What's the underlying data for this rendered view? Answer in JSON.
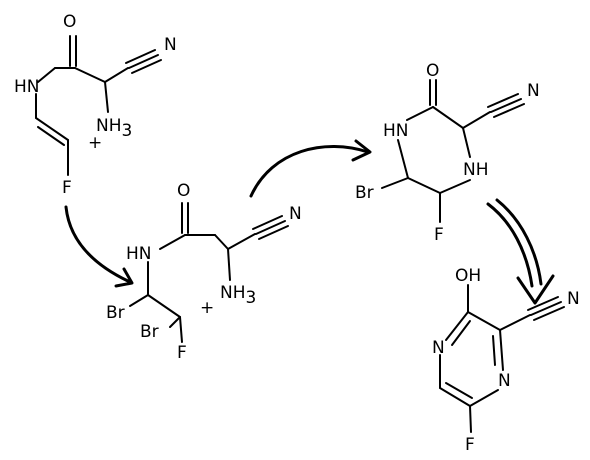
{
  "colors": {
    "ink": "#000000",
    "background": "#ffffff"
  },
  "molecules": {
    "enamide": {
      "o": "O",
      "nh": "HN",
      "cn_n": "N",
      "nh3": "NH",
      "nh3_sub": "3",
      "charge": "+",
      "f": "F"
    },
    "dibromo": {
      "o": "O",
      "nh": "HN",
      "cn_n": "N",
      "nh3": "NH",
      "nh3_sub": "3",
      "charge": "+",
      "br1": "Br",
      "br2": "Br",
      "f": "F"
    },
    "piperazinone": {
      "o": "O",
      "hn": "HN",
      "nh": "NH",
      "cn_n": "N",
      "br": "Br",
      "f": "F"
    },
    "pyrazine": {
      "oh": "OH",
      "n1": "N",
      "n2": "N",
      "cn_n": "N",
      "f": "F"
    }
  },
  "arrows": [
    {
      "name": "curved-arrow-1",
      "style": "single"
    },
    {
      "name": "curved-arrow-2",
      "style": "single"
    },
    {
      "name": "curved-arrow-3",
      "style": "double"
    }
  ]
}
